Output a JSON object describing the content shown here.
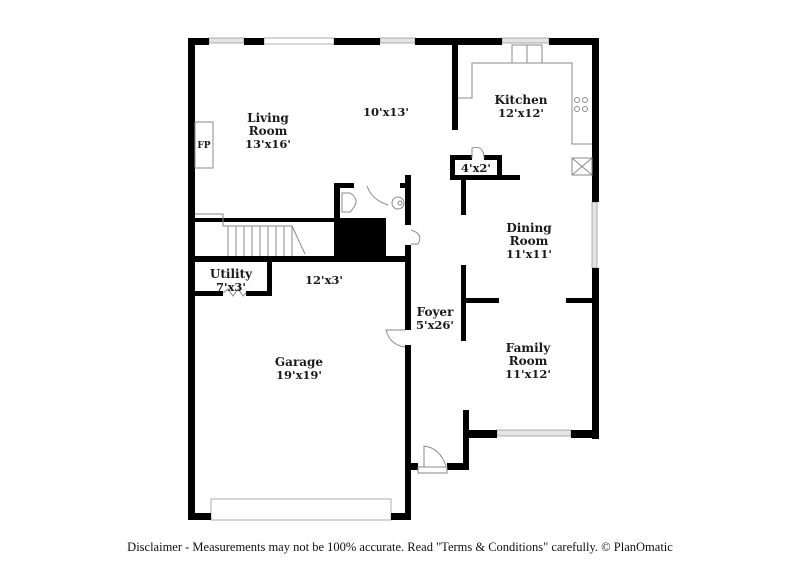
{
  "floorplan": {
    "rooms": [
      {
        "id": "living-room",
        "name_lines": [
          "Living",
          "Room"
        ],
        "dims": "13'x16'"
      },
      {
        "id": "unnamed-area",
        "name_lines": [],
        "dims": "10'x13'"
      },
      {
        "id": "kitchen",
        "name_lines": [
          "Kitchen"
        ],
        "dims": "12'x12'"
      },
      {
        "id": "pantry",
        "name_lines": [],
        "dims": "4'x2'"
      },
      {
        "id": "dining-room",
        "name_lines": [
          "Dining",
          "Room"
        ],
        "dims": "11'x11'"
      },
      {
        "id": "utility",
        "name_lines": [
          "Utility"
        ],
        "dims": "7'x3'"
      },
      {
        "id": "hall",
        "name_lines": [],
        "dims": "12'x3'"
      },
      {
        "id": "foyer",
        "name_lines": [
          "Foyer"
        ],
        "dims": "5'x26'"
      },
      {
        "id": "garage",
        "name_lines": [
          "Garage"
        ],
        "dims": "19'x19'"
      },
      {
        "id": "family-room",
        "name_lines": [
          "Family",
          "Room"
        ],
        "dims": "11'x12'"
      }
    ],
    "fireplace_label": "FP",
    "colors": {
      "wall": "#000000",
      "fixture": "#9a9a9a",
      "window": "#d0d0d0"
    }
  },
  "labels": {
    "living_name_1": "Living",
    "living_name_2": "Room",
    "living_dims": "13'x16'",
    "area_dims": "10'x13'",
    "kitchen_name": "Kitchen",
    "kitchen_dims": "12'x12'",
    "pantry_dims": "4'x2'",
    "dining_name_1": "Dining",
    "dining_name_2": "Room",
    "dining_dims": "11'x11'",
    "utility_name": "Utility",
    "utility_dims": "7'x3'",
    "hall_dims": "12'x3'",
    "foyer_name": "Foyer",
    "foyer_dims": "5'x26'",
    "garage_name": "Garage",
    "garage_dims": "19'x19'",
    "family_name_1": "Family",
    "family_name_2": "Room",
    "family_dims": "11'x12'",
    "fireplace": "FP"
  },
  "disclaimer": "Disclaimer - Measurements may not be 100% accurate. Read \"Terms & Conditions\" carefully. © PlanOmatic"
}
